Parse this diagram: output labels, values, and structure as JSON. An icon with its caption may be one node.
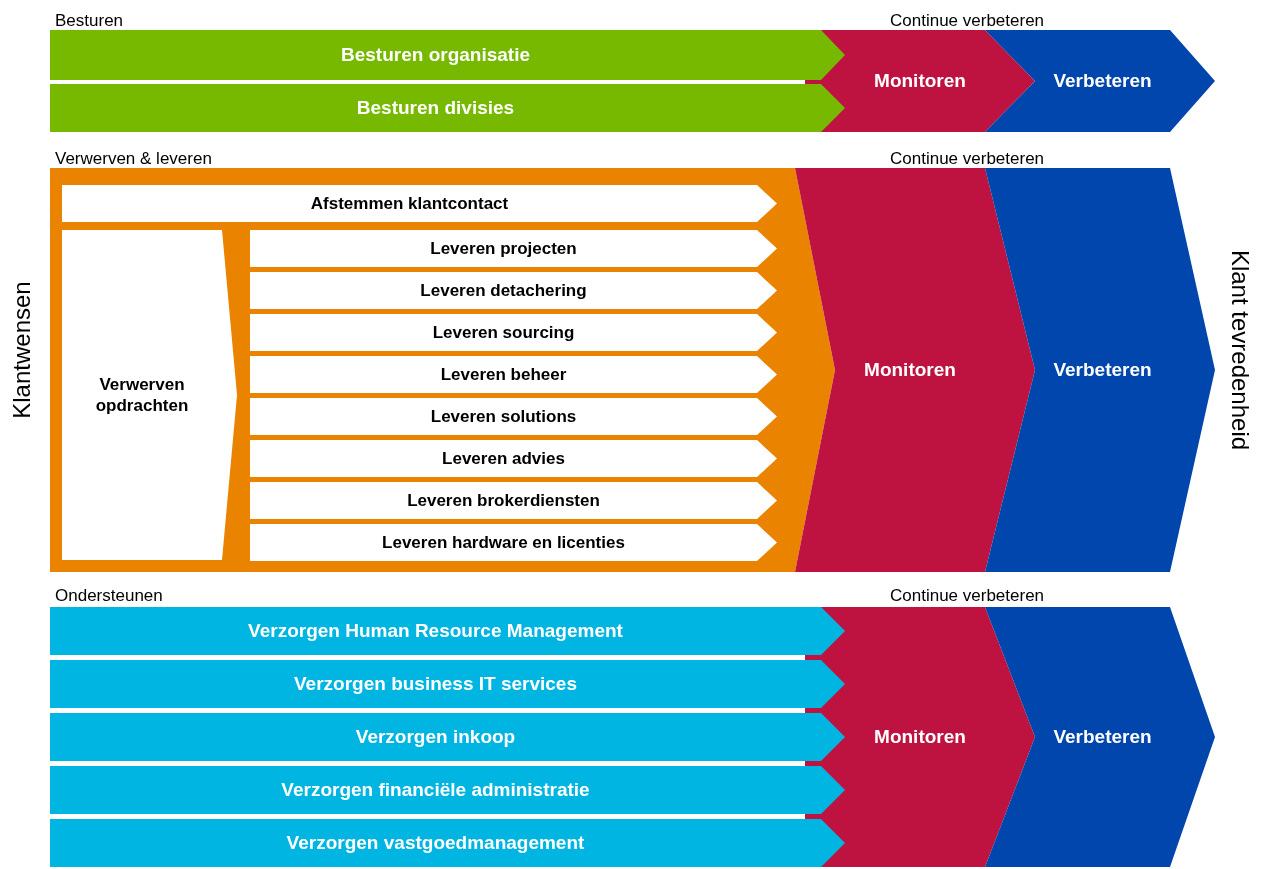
{
  "diagram": {
    "nodes": [
      {
        "text": [
          "Besturen organisatie"
        ]
      },
      {
        "text": [
          "Besturen divisies"
        ]
      },
      {
        "text": [
          "Monitoren"
        ]
      },
      {
        "text": [
          "Verbeteren"
        ]
      },
      {
        "text": [],
        "shape": "box"
      },
      {
        "text": [
          "Afstemmen klantcontact"
        ],
        "in": 4
      },
      {
        "text": [
          "Verwerven opdrachten"
        ],
        "in": 4
      },
      {
        "text": [
          "Leveren projecten"
        ],
        "in": 4
      },
      {
        "text": [
          "Leveren detachering"
        ],
        "in": 4
      },
      {
        "text": [
          "Leveren sourcing"
        ],
        "in": 4
      },
      {
        "text": [
          "Leveren beheer"
        ],
        "in": 4
      },
      {
        "text": [
          "Leveren solutions"
        ],
        "in": 4
      },
      {
        "text": [
          "Leveren advies"
        ],
        "in": 4
      },
      {
        "text": [
          "Leveren brokerdiensten"
        ],
        "in": 4
      },
      {
        "text": [
          "Leveren hardware en licenties"
        ],
        "in": 4
      },
      {
        "text": [
          "Monitoren"
        ]
      },
      {
        "text": [
          "Verbeteren"
        ]
      },
      {
        "text": [
          "Verzorgen Human Resource Management"
        ]
      },
      {
        "text": [
          "Verzorgen business IT services"
        ]
      },
      {
        "text": [
          "Verzorgen inkoop"
        ]
      },
      {
        "text": [
          "Verzorgen financiële administratie"
        ]
      },
      {
        "text": [
          "Verzorgen vastgoedmanagement"
        ]
      },
      {
        "text": [
          "Monitoren"
        ]
      },
      {
        "text": [
          "Verbeteren"
        ]
      }
    ],
    "labels": [
      "Besturen",
      "Continue verbeteren",
      "Verwerven & leveren",
      "Continue verbeteren",
      "Klantwensen",
      "Klant tevredenheid",
      "Ondersteunen",
      "Continue verbeteren"
    ]
  }
}
